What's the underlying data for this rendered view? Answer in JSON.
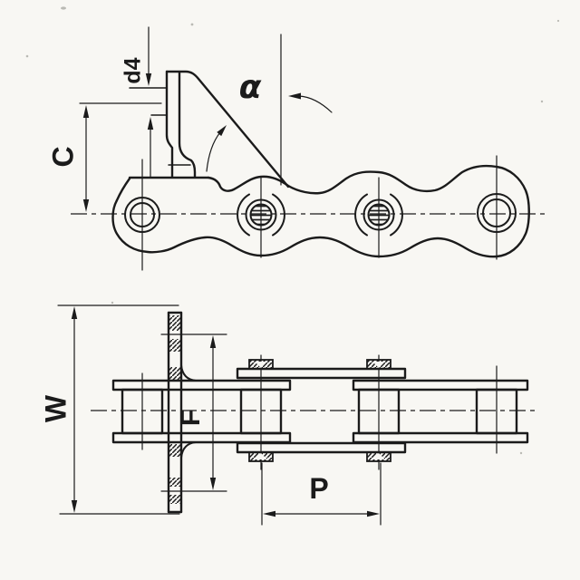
{
  "drawing": {
    "background": "#f8f7f3",
    "ink": "#1b1b1b",
    "labels": {
      "hole_diameter": "d4",
      "attachment_height": "C",
      "bend_angle": "α",
      "overall_width": "W",
      "hole_centers": "F",
      "pitch": "P"
    }
  }
}
